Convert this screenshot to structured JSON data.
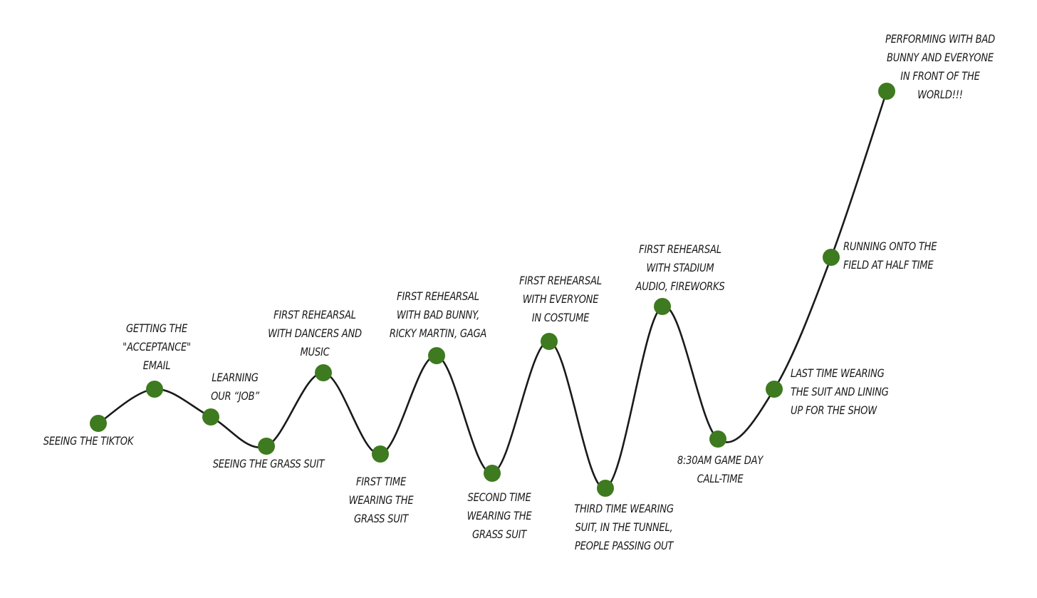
{
  "colors": {
    "line": "#1a1a1a",
    "dot": "#3e7a1f",
    "text": "#1a1a1a",
    "background": "#ffffff"
  },
  "milestones": [
    {
      "lines": [
        "SEEING THE TIKTOK"
      ]
    },
    {
      "lines": [
        "GETTING THE",
        "\"ACCEPTANCE\"",
        "EMAIL"
      ]
    },
    {
      "lines": [
        "LEARNING",
        "OUR “JOB”"
      ]
    },
    {
      "lines": [
        "SEEING THE GRASS SUIT"
      ]
    },
    {
      "lines": [
        "FIRST REHEARSAL",
        "WITH DANCERS AND",
        "MUSIC"
      ]
    },
    {
      "lines": [
        "FIRST TIME",
        "WEARING THE",
        "GRASS SUIT"
      ]
    },
    {
      "lines": [
        "FIRST REHEARSAL",
        "WITH BAD BUNNY,",
        "RICKY MARTIN, GAGA"
      ]
    },
    {
      "lines": [
        "SECOND TIME",
        "WEARING THE",
        "GRASS SUIT"
      ]
    },
    {
      "lines": [
        "FIRST REHEARSAL",
        "WITH EVERYONE",
        "IN COSTUME"
      ]
    },
    {
      "lines": [
        "THIRD TIME WEARING",
        "SUIT, IN THE TUNNEL,",
        "PEOPLE PASSING OUT"
      ]
    },
    {
      "lines": [
        "FIRST REHEARSAL",
        "WITH STADIUM",
        "AUDIO, FIREWORKS"
      ]
    },
    {
      "lines": [
        "8:30AM GAME DAY",
        "CALL-TIME"
      ]
    },
    {
      "lines": [
        "LAST TIME WEARING",
        "THE SUIT AND LINING",
        "UP FOR THE SHOW"
      ]
    },
    {
      "lines": [
        "RUNNING ONTO THE",
        "FIELD AT HALF TIME"
      ]
    },
    {
      "lines": [
        "PERFORMING WITH BAD",
        "BUNNY AND EVERYONE",
        "IN FRONT OF THE",
        "WORLD!!!"
      ]
    }
  ]
}
